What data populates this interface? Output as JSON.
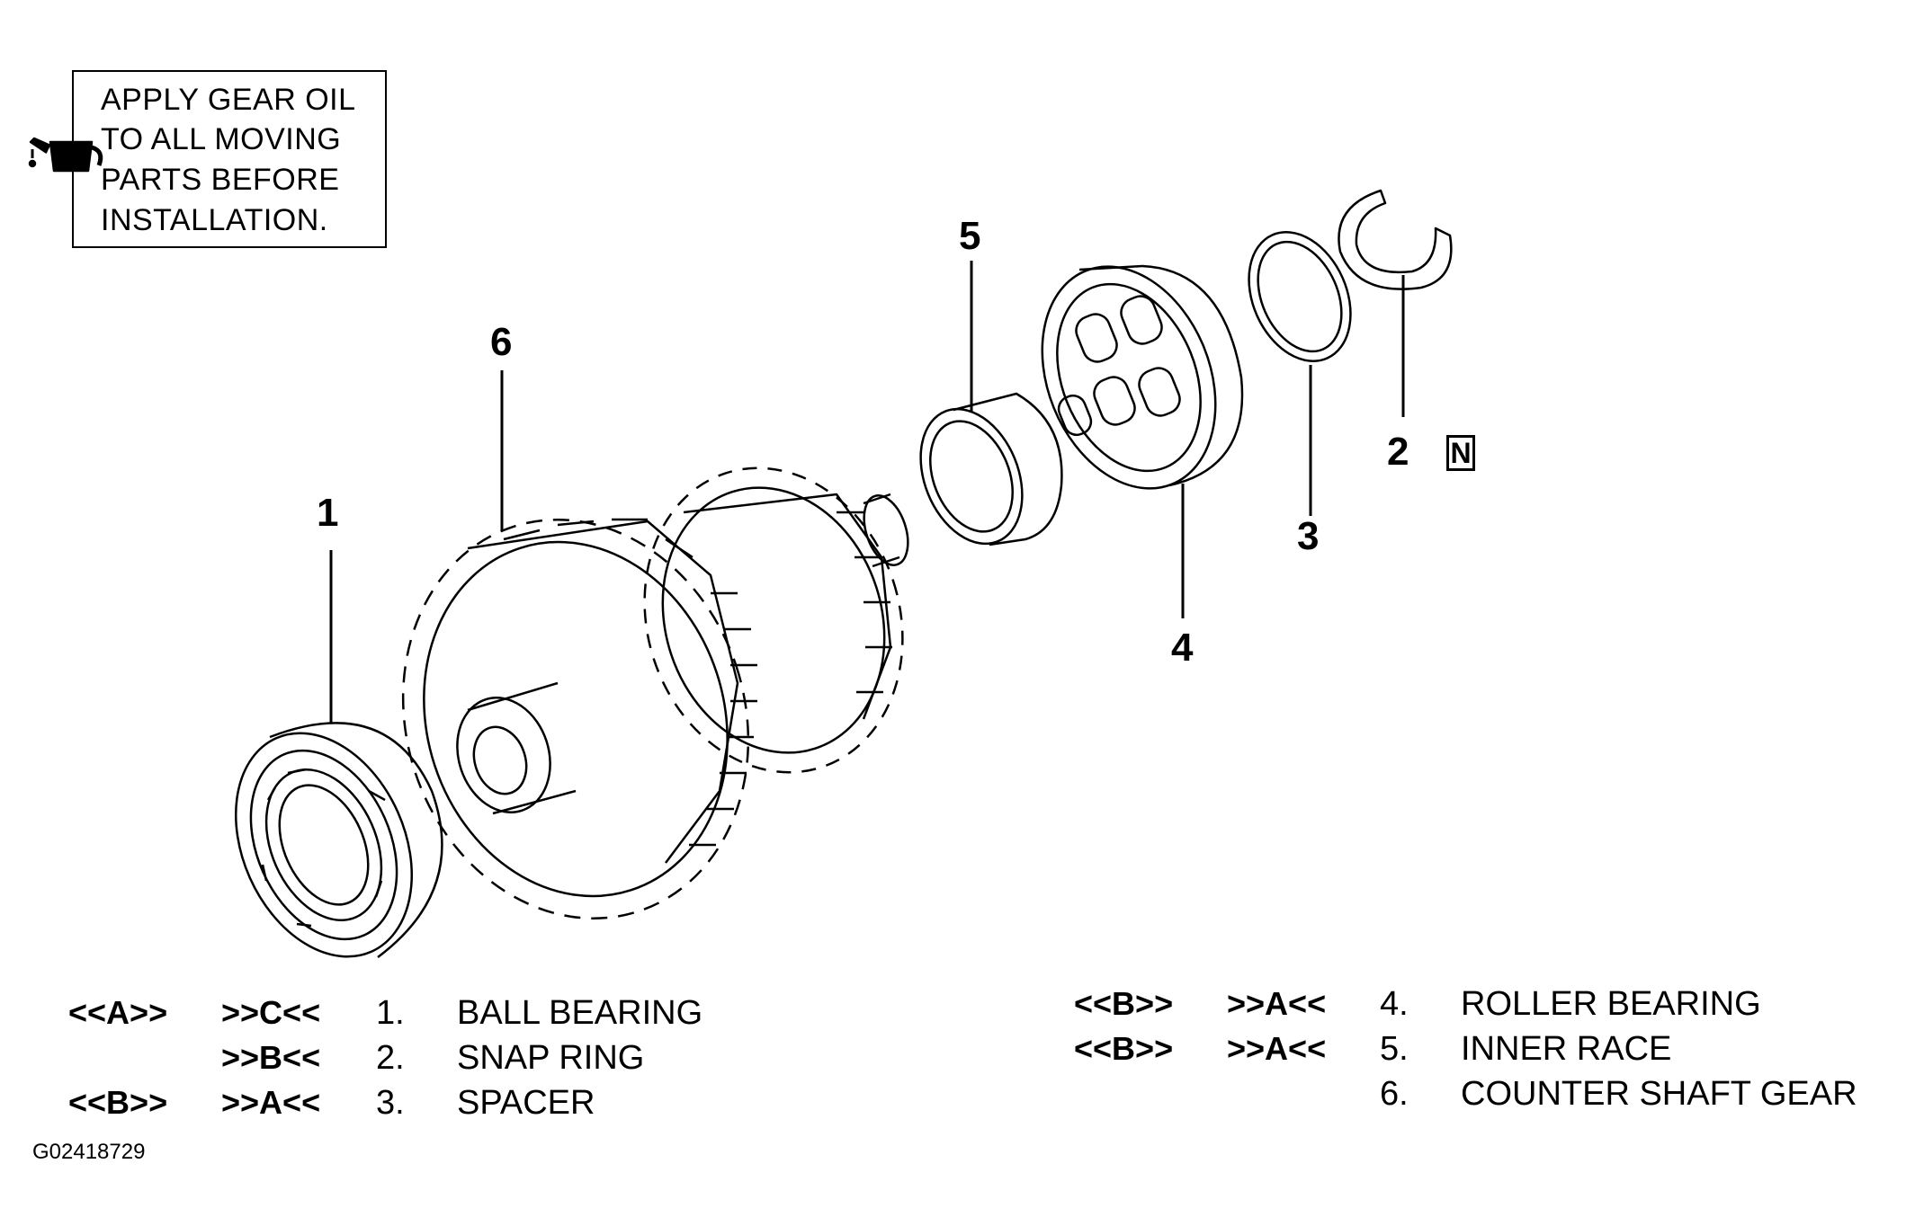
{
  "note": {
    "lines": [
      "APPLY GEAR OIL",
      "TO ALL MOVING",
      "PARTS BEFORE",
      "INSTALLATION."
    ],
    "icon": "oil-can-icon"
  },
  "callouts": {
    "c1": "1",
    "c2": "2",
    "c3": "3",
    "c4": "4",
    "c5": "5",
    "c6": "6",
    "new_part_mark": "N"
  },
  "legend": {
    "rows": [
      {
        "removal": "<<A>>",
        "install": ">>C<<",
        "num": "1.",
        "name": "BALL BEARING"
      },
      {
        "removal": "",
        "install": ">>B<<",
        "num": "2.",
        "name": "SNAP RING"
      },
      {
        "removal": "<<B>>",
        "install": ">>A<<",
        "num": "3.",
        "name": "SPACER"
      },
      {
        "removal": "<<B>>",
        "install": ">>A<<",
        "num": "4.",
        "name": "ROLLER BEARING"
      },
      {
        "removal": "<<B>>",
        "install": ">>A<<",
        "num": "5.",
        "name": "INNER RACE"
      },
      {
        "removal": "",
        "install": "",
        "num": "6.",
        "name": "COUNTER SHAFT GEAR"
      }
    ]
  },
  "figure_id": "G02418729"
}
